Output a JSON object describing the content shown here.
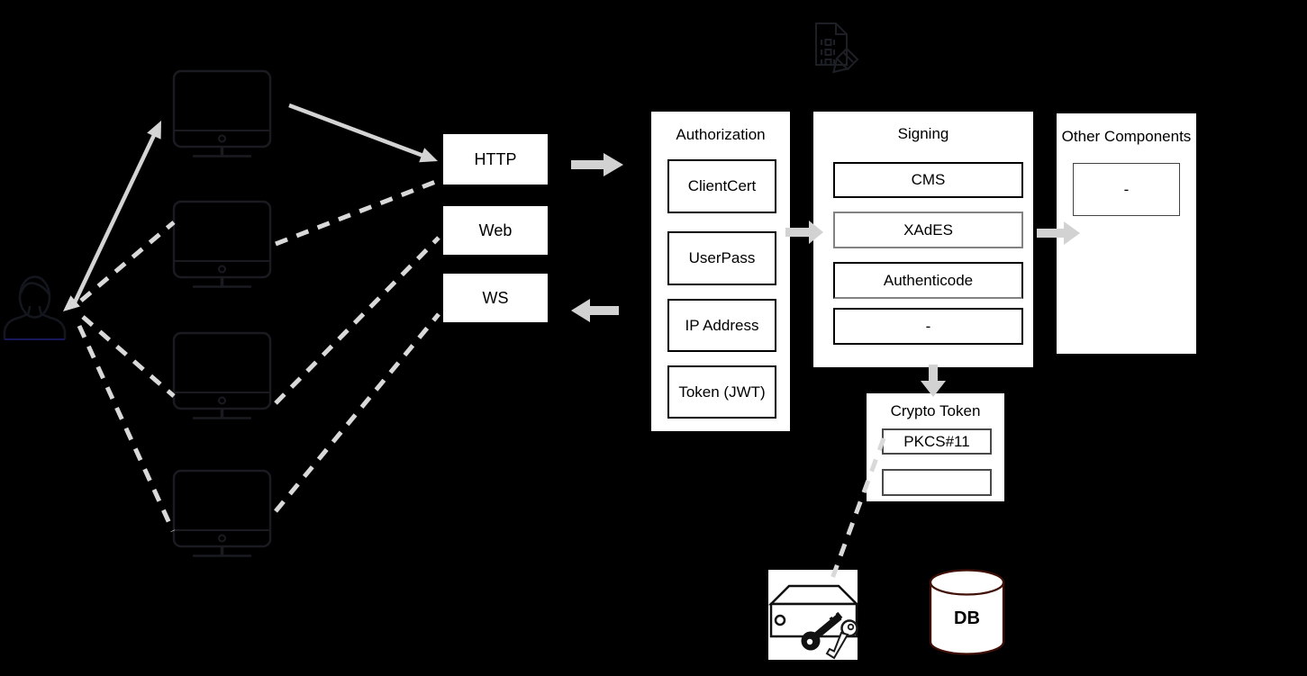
{
  "diagram_title": "signing-server-architecture",
  "interfaces": {
    "http": "HTTP",
    "web": "Web",
    "ws": "WS"
  },
  "authorization": {
    "title": "Authorization",
    "items": [
      "ClientCert",
      "UserPass",
      "IP Address",
      "Token (JWT)"
    ]
  },
  "signing": {
    "title": "Signing",
    "items": [
      "CMS",
      "XAdES",
      "Authenticode",
      "-"
    ]
  },
  "other_components": {
    "title": "Other Components",
    "items": [
      "-"
    ]
  },
  "crypto_token": {
    "title": "Crypto Token",
    "items": [
      "PKCS#11",
      ""
    ]
  },
  "database": {
    "label": "DB"
  },
  "icons": {
    "user": "user-silhouette-icon",
    "clients": "desktop-monitor-icon (x4)",
    "document_signing": "document-pencil-icon",
    "hsm": "hsm-with-keys-icon",
    "database": "database-cylinder-icon"
  },
  "colors": {
    "background": "#000000",
    "box_fill": "#ffffff",
    "box_border": "#000000",
    "muted_inner_border": "#828282",
    "dashed_line": "#d9d9d9",
    "solid_line": "#d4d4d4",
    "block_arrow": "#d2d2d2",
    "db_outline": "#401008",
    "hidden_icon_stroke": "#191b21"
  }
}
